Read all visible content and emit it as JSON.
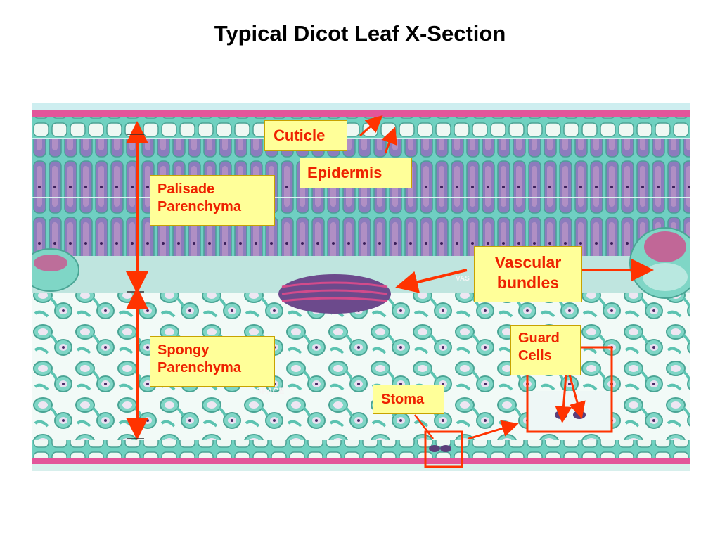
{
  "title": "Typical Dicot Leaf X-Section",
  "labels": {
    "cuticle": "Cuticle",
    "epidermis": "Epidermis",
    "palisade_line1": "Palisade",
    "palisade_line2": "Parenchyma",
    "spongy_line1": "Spongy",
    "spongy_line2": "Parenchyma",
    "vascular_line1": "Vascular",
    "vascular_line2": "bundles",
    "guard_line1": "Guard",
    "guard_line2": "Cells",
    "stoma": "Stoma"
  },
  "photo_marks": {
    "space": "SPACE",
    "vas": "VAS"
  },
  "colors": {
    "arrow": "#ff3300",
    "label_fill": "#ffff99",
    "label_text": "#ee2200"
  }
}
